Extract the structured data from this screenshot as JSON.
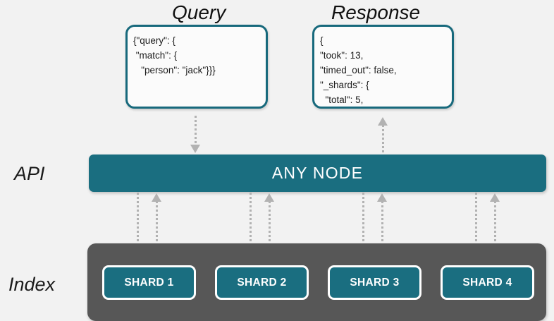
{
  "background_color": "#f2f2f2",
  "accent_color": "#1a6e80",
  "index_color": "#575757",
  "arrow_color": "#b2b2b2",
  "sections": {
    "api_label": "API",
    "index_label": "Index"
  },
  "query_panel": {
    "title": "Query",
    "lines": [
      "{\"query\": {",
      " \"match\": {",
      "   \"person\": \"jack\"}}}"
    ]
  },
  "response_panel": {
    "title": "Response",
    "lines": [
      "{",
      "\"took\": 13,",
      "\"timed_out\": false,",
      "\"_shards\": {",
      "  \"total\": 5,"
    ]
  },
  "api_node": {
    "label": "ANY NODE"
  },
  "index": {
    "shards": [
      {
        "label": "SHARD 1"
      },
      {
        "label": "SHARD 2"
      },
      {
        "label": "SHARD 3"
      },
      {
        "label": "SHARD 4"
      }
    ]
  },
  "arrows": {
    "query_to_node": "arrow-down-dotted-icon",
    "node_to_response": "arrow-up-dotted-icon",
    "node_to_shard": "arrow-down-dotted-icon",
    "shard_to_node": "arrow-up-dotted-icon"
  }
}
